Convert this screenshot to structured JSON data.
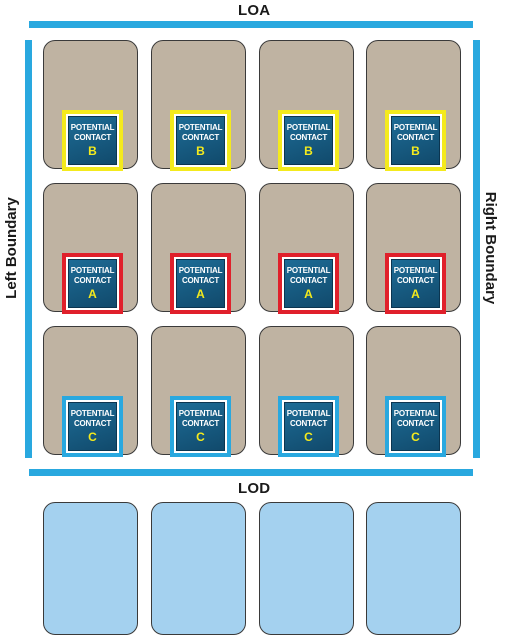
{
  "labels": {
    "top": "LOA",
    "bottom": "LOD",
    "left": "Left Boundary",
    "right": "Right Boundary"
  },
  "colors": {
    "boundary_bar": "#29a8df",
    "play_tile": "#bfb3a2",
    "reserve_tile": "#a4d1ef",
    "counter_fill": "#1a5f86",
    "counter_text": "#ffffff",
    "counter_letter": "#f4ea1d"
  },
  "rows": [
    {
      "counter_line1": "POTENTIAL",
      "counter_line2": "CONTACT",
      "letter": "B",
      "border_color": "#f4ea1d",
      "count": 4
    },
    {
      "counter_line1": "POTENTIAL",
      "counter_line2": "CONTACT",
      "letter": "A",
      "border_color": "#e0202b",
      "count": 4
    },
    {
      "counter_line1": "POTENTIAL",
      "counter_line2": "CONTACT",
      "letter": "C",
      "border_color": "#29a8df",
      "count": 4
    }
  ],
  "reserve_tiles": 4
}
